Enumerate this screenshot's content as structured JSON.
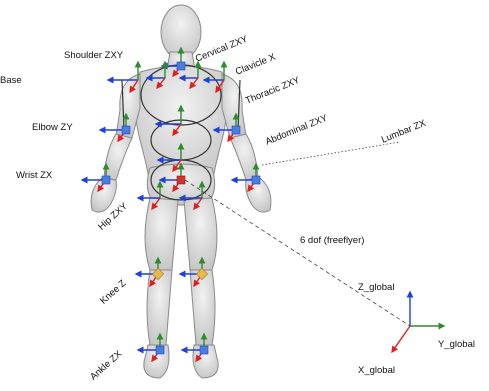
{
  "labels": {
    "base": "Base",
    "shoulder": "Shoulder ZXY",
    "cervical": "Cervical ZXY",
    "clavicle": "Clavicle X",
    "thoracic": "Thoracic ZXY",
    "elbow": "Elbow ZY",
    "abdominal": "Abdominal ZXY",
    "lumbar": "Lumbar ZX",
    "wrist": "Wrist ZX",
    "hip": "Hip ZXY",
    "freeflyer": "6 dof (freeflyer)",
    "knee": "Knee Z",
    "ankle": "Ankle ZX",
    "z_global": "Z_global",
    "y_global": "Y_global",
    "x_global": "X_global"
  },
  "colors": {
    "axis_z": "#2e8b2e",
    "axis_y": "#1f3fe0",
    "axis_x": "#e02020",
    "joint_box": "#4a7fd8",
    "knee_box": "#e8b84a",
    "root_box": "#d83030",
    "body_fill": "#d9d9d9",
    "body_stroke": "#8a8a8a"
  }
}
